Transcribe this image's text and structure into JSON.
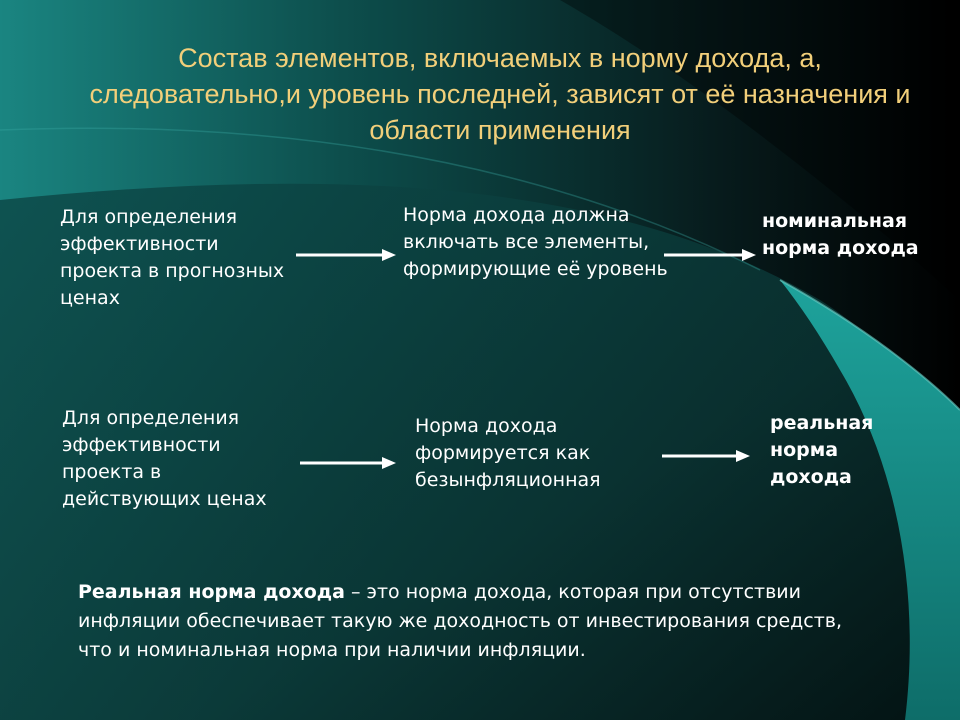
{
  "slide": {
    "title": "Состав элементов, включаемых в норму дохода, а, следовательно,и уровень последней, зависят от её назначения и области применения"
  },
  "row1": {
    "left": "Для определения эффективности проекта в прогнозных ценах",
    "middle": "Норма дохода должна включать все элементы, формирующие её уровень",
    "right": "номинальная норма дохода"
  },
  "row2": {
    "left": "Для определения эффективности проекта в действующих ценах",
    "middle": "Норма дохода формируется как безынфляционная",
    "right": "реальная норма дохода"
  },
  "definition": {
    "term": "Реальная норма дохода",
    "text": " – это норма дохода, которая при отсутствии  инфляции обеспечивает такую же доходность от инвестирования средств, что и номинальная норма при наличии инфляции."
  },
  "colors": {
    "title": "#f2cf7a",
    "text": "#ffffff",
    "teal": "#17928c",
    "dark": "#000000"
  }
}
